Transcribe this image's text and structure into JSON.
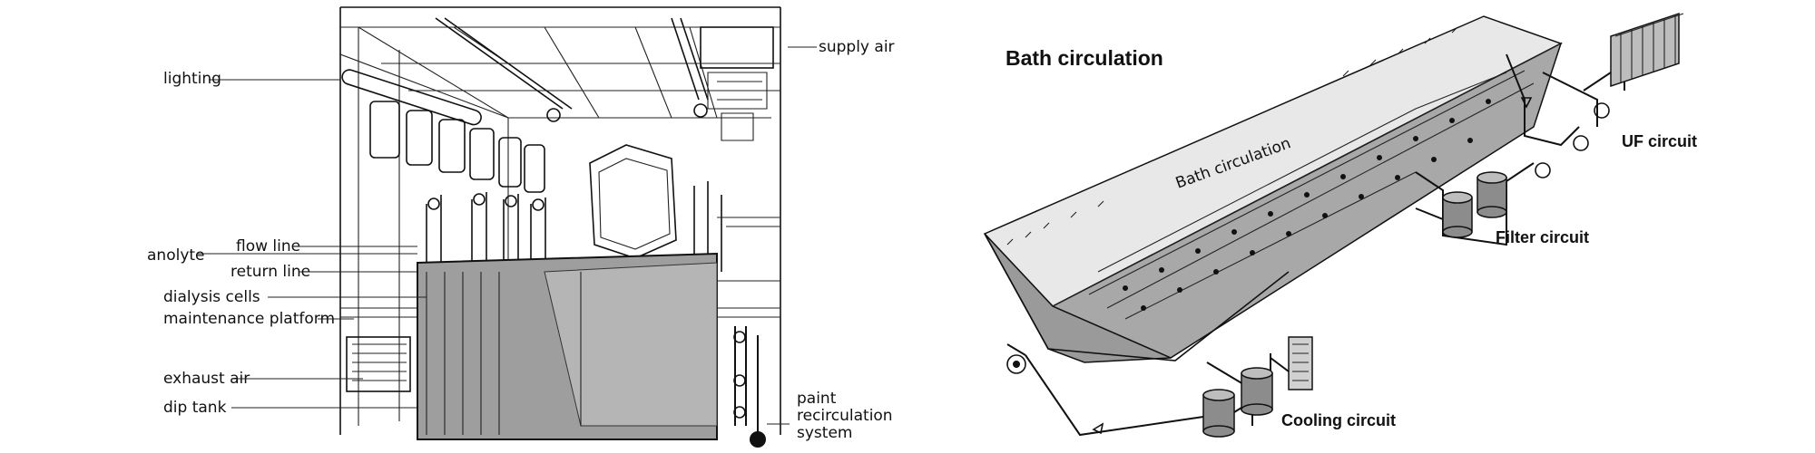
{
  "left_figure": {
    "labels": {
      "lighting": "lighting",
      "supply_air": "supply air",
      "anolyte": "anolyte",
      "flow_line": "flow line",
      "return_line": "return line",
      "dialysis_cells": "dialysis cells",
      "maintenance_platform": "maintenance platform",
      "exhaust_air": "exhaust air",
      "dip_tank": "dip tank",
      "paint_recirculation_1": "paint",
      "paint_recirculation_2": "recirculation",
      "paint_recirculation_3": "system"
    }
  },
  "right_figure": {
    "title": "Bath circulation",
    "tank_label": "Bath circulation",
    "uf_circuit": "UF circuit",
    "filter_circuit": "Filter circuit",
    "cooling_circuit": "Cooling circuit"
  },
  "colors": {
    "tank_fill": "#9e9e9e",
    "tank_fill_light": "#c8c8c8",
    "line": "#111111"
  }
}
